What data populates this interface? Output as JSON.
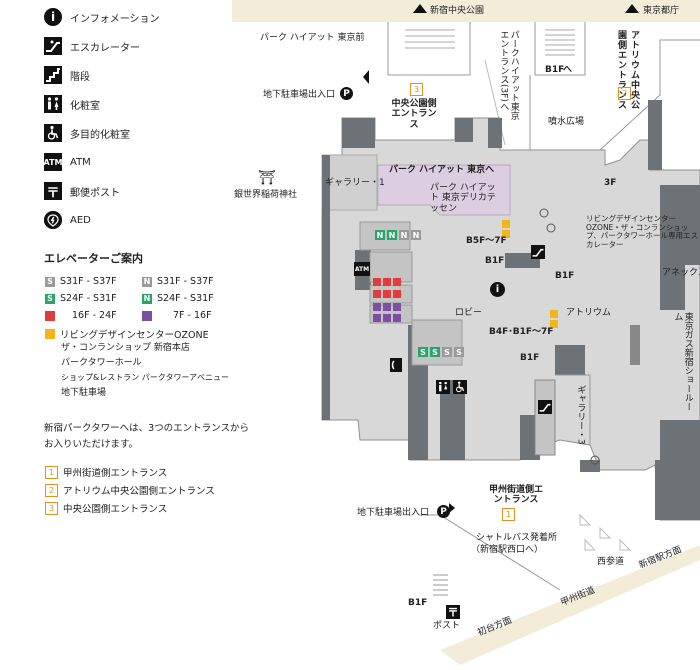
{
  "legend": {
    "items": [
      {
        "icon": "information-icon",
        "label": "インフォメーション"
      },
      {
        "icon": "escalator-icon",
        "label": "エスカレーター"
      },
      {
        "icon": "stairs-icon",
        "label": "階段"
      },
      {
        "icon": "restroom-icon",
        "label": "化粧室"
      },
      {
        "icon": "accessible-restroom-icon",
        "label": "多目的化粧室"
      },
      {
        "icon": "atm-icon",
        "label": "ATM",
        "glyph": "ATM"
      },
      {
        "icon": "post-icon",
        "label": "郵便ポスト",
        "glyph": "〒"
      },
      {
        "icon": "aed-icon",
        "label": "AED"
      }
    ]
  },
  "elevator": {
    "title": "エレベーターご案内",
    "rows": [
      {
        "code": "S",
        "color": "#9a9a9a",
        "label": "S31F - S37F"
      },
      {
        "code": "N",
        "color": "#9a9a9a",
        "label": "S31F - S37F"
      },
      {
        "code": "S",
        "color": "#2aa56a",
        "label": "S24F - S31F"
      },
      {
        "code": "N",
        "color": "#2aa56a",
        "label": "S24F - S31F"
      },
      {
        "code": "",
        "color": "#e23b3b",
        "label": "16F - 24F"
      },
      {
        "code": "",
        "color": "#7d4fa3",
        "label": "7F - 16F"
      }
    ],
    "ozone": {
      "color": "#f2b51c",
      "lines": [
        "リビングデザインセンターOZONE",
        "ザ・コンランショップ 新宿本店",
        "パークタワーホール",
        "ショップ&レストラン パークタワーアベニュー",
        "地下駐車場"
      ]
    }
  },
  "note": {
    "lines": [
      "新宿パークタワーへは、3つのエントランスから",
      "お入りいただけます。"
    ],
    "entrances": [
      {
        "num": "1",
        "label": "甲州街道側エントランス"
      },
      {
        "num": "2",
        "label": "アトリウム中央公園側エントランス"
      },
      {
        "num": "3",
        "label": "中央公園側エントランス"
      }
    ]
  },
  "map": {
    "labels": {
      "shinjuku_central_park": "新宿中央公園",
      "tokyo_tocho": "東京都庁",
      "park_hyatt_tokyo_mae": "パーク ハイアット 東京前",
      "park_hyatt_entrance_v": "パークハイアット東京エントランス(3F)へ",
      "b1f_top": "B1F",
      "atrium_park_side": "アトリウム中央公園側エントランス",
      "parking_entrance_top": "地下駐車場出入口",
      "central_park_side": "中央公園側エントランス",
      "fountain_plaza": "噴水広場",
      "gallery1": "ギャラリー・1",
      "park_hyatt_to": "パーク ハイアット 東京へ",
      "park_hyatt_deli": "パーク ハイアット 東京デリカテッセン",
      "ginza_inari": "銀世界稲荷神社",
      "f3": "3F",
      "ozone_escalator": "リビングデザインセンターOZONE・ザ・コンランショップ、パークタワーホール専用エスカレーター",
      "b5f_7f": "B5F～7F",
      "b1f_mid": "B1F",
      "b1f_mid2": "B1F",
      "annex": "アネックス",
      "atrium": "アトリウム",
      "lobby": "ロビー",
      "tokyo_gas_showroom": "東京ガス新宿ショールーム",
      "b4f_7f": "B4F･B1F～7F",
      "b1f_low": "B1F",
      "gallery3": "ギャラリー・3",
      "koshu_side": "甲州街道側エントランス",
      "parking_entrance_bottom": "地下駐車場出入口",
      "shuttle_bus": "シャトルバス発着所",
      "shuttle_bus_sub": "（新宿駅西口へ）",
      "nishi_sando": "西参道",
      "shinjuku_station_dir": "新宿駅方面",
      "koshu_kaido": "甲州街道",
      "b1f_bottom": "B1F",
      "post": "ポスト",
      "hatsudai_dir": "初台方面"
    },
    "entrance_markers": {
      "one": "1",
      "two": "2",
      "three": "3"
    },
    "parking_glyph": "P",
    "shrine_glyph": "⛩",
    "arrow_glyph": "へ",
    "elevator_letters": {
      "n": "N",
      "s": "S"
    },
    "info_glyph": "i",
    "atm_text": "ATM",
    "colors": {
      "building": "#d5d5d5",
      "wall": "#6d7377",
      "deli": "#d8c9da",
      "accent": "#e0931c"
    }
  }
}
